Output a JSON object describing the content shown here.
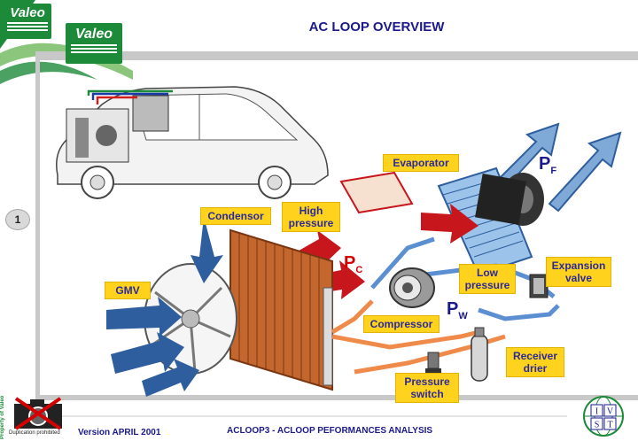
{
  "header": {
    "title": "AC LOOP OVERVIEW",
    "logo_text": "Valeo"
  },
  "slide_number": "1",
  "labels": {
    "evaporator": "Evaporator",
    "condensor": "Condensor",
    "high_pressure": "High pressure",
    "gmv": "GMV",
    "low_pressure": "Low pressure",
    "expansion_valve": "Expansion valve",
    "compressor": "Compressor",
    "receiver_drier": "Receiver drier",
    "pressure_switch": "Pressure switch"
  },
  "pressure_symbols": {
    "pf": {
      "main": "P",
      "sub": "F"
    },
    "pc": {
      "main": "P",
      "sub": "C"
    },
    "pw": {
      "main": "P",
      "sub": "W"
    }
  },
  "footer": {
    "version": "Version APRIL 2001",
    "course": "ACLOOP3 - ACLOOP PEFORMANCES ANALYSIS",
    "property_text": "Property of Valeo",
    "duplication_text": "Duplication prohibited",
    "ivst_letters": [
      "I",
      "V",
      "S",
      "T"
    ]
  },
  "colors": {
    "title_blue": "#1a1a8c",
    "label_yellow": "#ffd21e",
    "valeo_green": "#1d8a3a",
    "hot_red": "#c8161d",
    "cold_blue": "#2f5e9e",
    "low_pressure_pipe": "#5b8fd1",
    "high_pressure_pipe": "#f08a4b"
  },
  "icons": [
    "valeo-logo",
    "car-outline",
    "fan-icon",
    "condenser-icon",
    "compressor-icon",
    "evaporator-icon",
    "receiver-drier-icon",
    "pressure-switch-icon",
    "expansion-valve-icon",
    "no-camera-icon",
    "ivst-globe-icon"
  ]
}
